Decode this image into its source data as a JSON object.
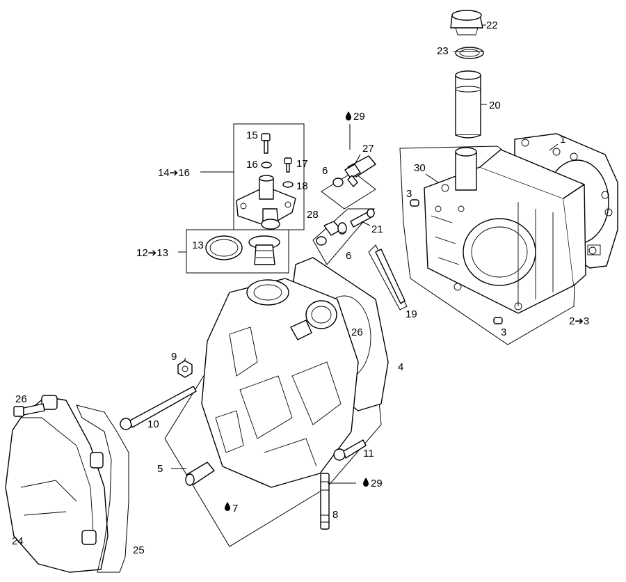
{
  "callouts": {
    "c1": "1",
    "c2_3": "2➔3",
    "c3a": "3",
    "c3b": "3",
    "c4": "4",
    "c5": "5",
    "c6a": "6",
    "c6b": "6",
    "c7": "7",
    "c8": "8",
    "c9": "9",
    "c10": "10",
    "c11": "11",
    "c12_13": "12➔13",
    "c13": "13",
    "c14_16": "14➔16",
    "c15": "15",
    "c16": "16",
    "c17": "17",
    "c18": "18",
    "c19": "19",
    "c20": "20",
    "c21": "21",
    "c22": "22",
    "c23": "23",
    "c24": "24",
    "c25": "25",
    "c26a": "26",
    "c26b": "26",
    "c27": "27",
    "c28": "28",
    "c29a": "29",
    "c29b": "29",
    "c30": "30"
  }
}
